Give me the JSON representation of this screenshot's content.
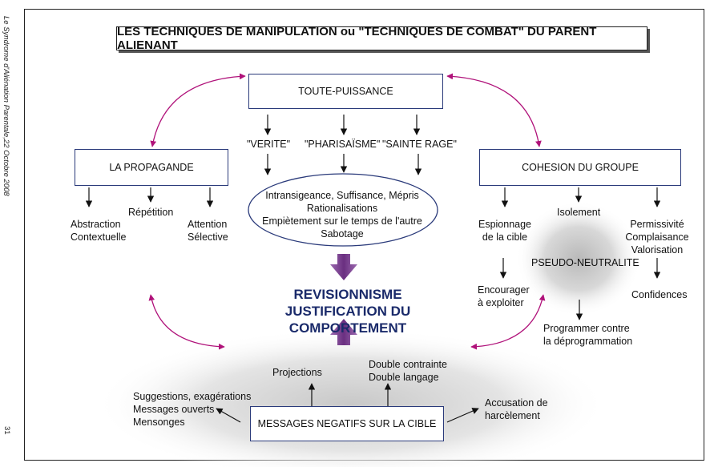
{
  "side_note": "Le Syndrome d'Aliénation Parentale,22 Octobre 2008",
  "page_number": "31",
  "title": "LES TECHNIQUES DE MANIPULATION ou \"TECHNIQUES DE COMBAT\" DU PARENT ALIENANT",
  "nodes": {
    "toute_puissance": "TOUTE-PUISSANCE",
    "propagande": "LA PROPAGANDE",
    "cohesion": "COHESION DU GROUPE",
    "messages": "MESSAGES NEGATIFS SUR LA CIBLE"
  },
  "toute_puissance_items": [
    "\"VERITE\"",
    "\"PHARISAÏSME\"",
    "\"SAINTE RAGE\""
  ],
  "ellipse_lines": [
    "Intransigeance, Suffisance, Mépris",
    "Rationalisations",
    "Empiètement sur le temps de l'autre",
    "Sabotage"
  ],
  "propagande_items": {
    "abstraction": [
      "Abstraction",
      "Contextuelle"
    ],
    "repetition": "Répétition",
    "attention": [
      "Attention",
      "Sélective"
    ]
  },
  "cohesion_items": {
    "espionnage": [
      "Espionnage",
      "de la cible"
    ],
    "isolement": "Isolement",
    "permissivite": [
      "Permissivité",
      "Complaisance",
      "Valorisation"
    ],
    "encourager": [
      "Encourager",
      "à exploiter"
    ],
    "pseudo": "PSEUDO-NEUTRALITE",
    "confidences": "Confidences",
    "programmer": [
      "Programmer contre",
      "la déprogrammation"
    ]
  },
  "center": {
    "line1": "REVISIONNISME",
    "line2": "JUSTIFICATION DU COMPORTEMENT"
  },
  "messages_items": {
    "projections": "Projections",
    "double": [
      "Double contrainte",
      "Double langage"
    ],
    "suggestions": [
      "Suggestions, exagérations",
      "Messages ouverts",
      "Mensonges"
    ],
    "accusation": [
      "Accusation de",
      "harcèlement"
    ]
  },
  "colors": {
    "box_border": "#2a3a7a",
    "curved_arrows": "#b0127a",
    "big_arrows": "#7a3f8f",
    "center_text": "#1a2a6a"
  }
}
